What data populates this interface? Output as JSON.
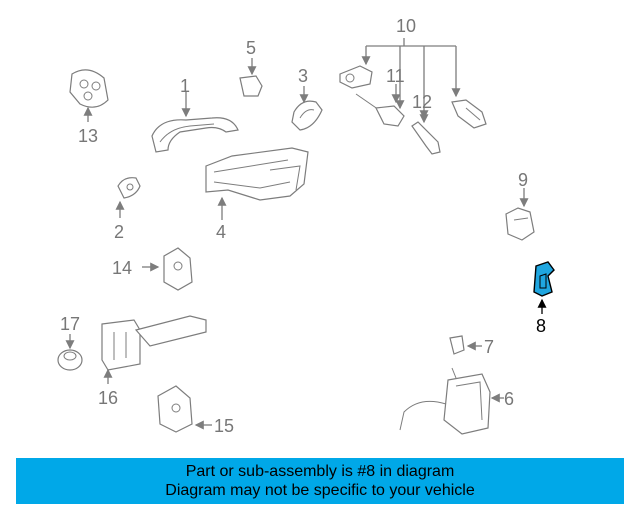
{
  "diagram": {
    "callouts": {
      "c1": "1",
      "c2": "2",
      "c3": "3",
      "c4": "4",
      "c5": "5",
      "c6": "6",
      "c7": "7",
      "c8": "8",
      "c9": "9",
      "c10": "10",
      "c11": "11",
      "c12": "12",
      "c13": "13",
      "c14": "14",
      "c15": "15",
      "c16": "16",
      "c17": "17"
    },
    "highlighted_part": "8",
    "colors": {
      "highlight_fill": "#1fa6e0",
      "line": "#7d7d7d",
      "banner": "#00a8e8"
    }
  },
  "banner": {
    "line1": "Part or sub-assembly is #8 in diagram",
    "line2": "Diagram may not be specific to your vehicle"
  }
}
